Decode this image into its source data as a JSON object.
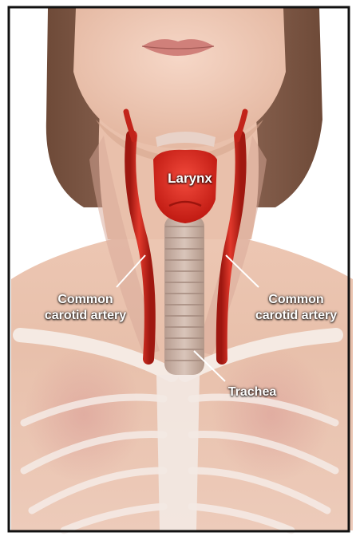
{
  "labels": {
    "larynx": "Larynx",
    "cca_left": [
      "Common",
      "carotid artery"
    ],
    "cca_right": [
      "Common",
      "carotid artery"
    ],
    "trachea": "Trachea"
  },
  "colors": {
    "skin": "#ebc6b2",
    "hair": "#8c6450",
    "artery": "#d8281c",
    "larynx": "#e3291e",
    "trachea": "#c9b2a6",
    "bone": "#f0e6e0",
    "frame": "#111111",
    "label_text": "#ffffff"
  }
}
